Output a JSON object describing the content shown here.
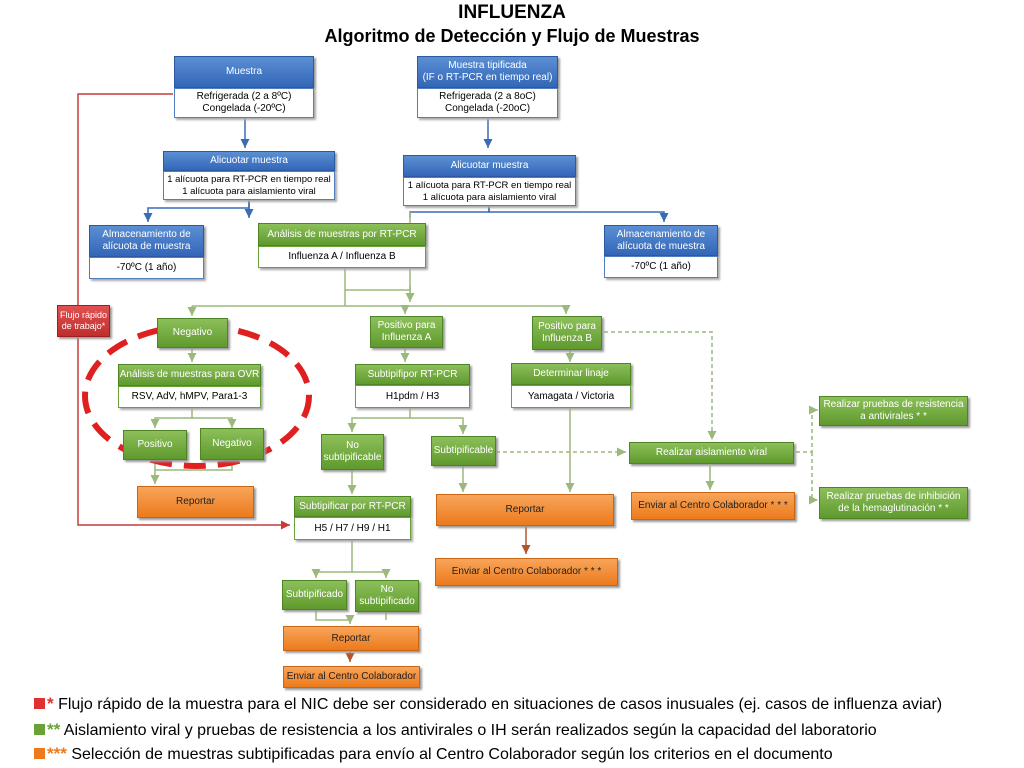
{
  "title": "INFLUENZA",
  "subtitle": "Algoritmo de Detección y Flujo de Muestras",
  "nodes": {
    "muestra": "Muestra",
    "muestra_cond": "Refrigerada (2 a 8ºC)\nCongelada (-20ºC)",
    "tipificada": "Muestra tipificada\n(IF o RT-PCR en tiempo real)",
    "tipificada_cond": "Refrigerada (2 a 8oC)\nCongelada (-20oC)",
    "alic_l": "Alicuotar muestra",
    "alic_l_txt": "1 alícuota para RT-PCR en tiempo real\n1 alícuota para aislamiento viral",
    "alic_r": "Alicuotar muestra",
    "alic_r_txt": "1 alícuota para RT-PCR en tiempo real\n1 alícuota para aislamiento viral",
    "alm_l": "Almacenamiento de\nalícuota de muestra",
    "alm_l_txt": "-70ºC (1 año)",
    "alm_r": "Almacenamiento de\nalícuota de muestra",
    "alm_r_txt": "-70ºC (1 año)",
    "rtpcr": "Análisis de muestras por RT-PCR",
    "rtpcr_txt": "Influenza A / Influenza B",
    "flujo": "Flujo rápido\nde trabajo*",
    "negativo": "Negativo",
    "posA": "Positivo para\nInfluenza A",
    "posB": "Positivo para\nInfluenza B",
    "ovr": "Análisis de muestras para OVR",
    "ovr_txt": "RSV, AdV, hMPV, Para1-3",
    "subtip": "Subtipifipor RT-PCR",
    "subtip_txt": "H1pdm / H3",
    "linaje": "Determinar linaje",
    "linaje_txt": "Yamagata / Victoria",
    "pos2": "Positivo",
    "neg2": "Negativo",
    "nosub": "No\nsubtipificable",
    "subable": "Subtipificable",
    "aisl": "Realizar aislamiento viral",
    "resist": "Realizar pruebas de resistencia\na antivirales * *",
    "inhib": "Realizar pruebas de inhibición\nde la hemaglutinación * *",
    "rep1": "Reportar",
    "subtip2": "Subtipificar por RT-PCR",
    "subtip2_txt": "H5 / H7 / H9 / H1",
    "rep2": "Reportar",
    "env1": "Enviar al Centro Colaborador * * *",
    "env2": "Enviar al Centro Colaborador * * *",
    "subtipificado": "Subtipificado",
    "nosubtipificado": "No\nsubtipificado",
    "rep3": "Reportar",
    "env3": "Enviar al Centro Colaborador"
  },
  "legend": [
    {
      "mark": "*",
      "color": "#e03030",
      "text": "Flujo rápido de la muestra para el NIC debe ser considerado en situaciones de casos inusuales (ej. casos de influenza aviar)"
    },
    {
      "mark": "**",
      "color": "#6aa23a",
      "text": "Aislamiento viral y pruebas de resistencia a los antivirales o IH serán realizados según la capacidad del laboratorio"
    },
    {
      "mark": "***",
      "color": "#ec7a1c",
      "text": "Selección de muestras subtipificadas para envío al Centro Colaborador según los criterios en el documento"
    }
  ]
}
